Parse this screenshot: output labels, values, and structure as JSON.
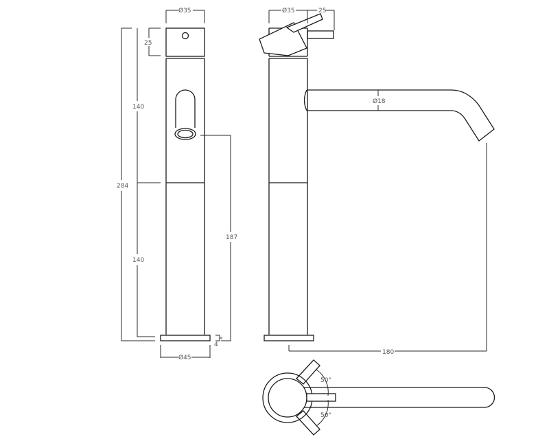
{
  "drawing": {
    "type": "technical-drawing",
    "subject": "tall basin mixer tap",
    "line_color": "#1a1a1a",
    "label_color": "#555555"
  },
  "front_view": {
    "handle_diameter": "Ø35",
    "handle_height": "25",
    "upper_body_height": "140",
    "lower_body_height": "140",
    "overall_height": "284",
    "outlet_height": "187",
    "base_thickness": "4",
    "base_diameter": "Ø45"
  },
  "side_view": {
    "body_diameter": "Ø35",
    "lever_length": "25",
    "spout_diameter": "Ø18",
    "spout_reach": "180"
  },
  "top_view": {
    "rotation_up": "50°",
    "rotation_down": "50°"
  }
}
